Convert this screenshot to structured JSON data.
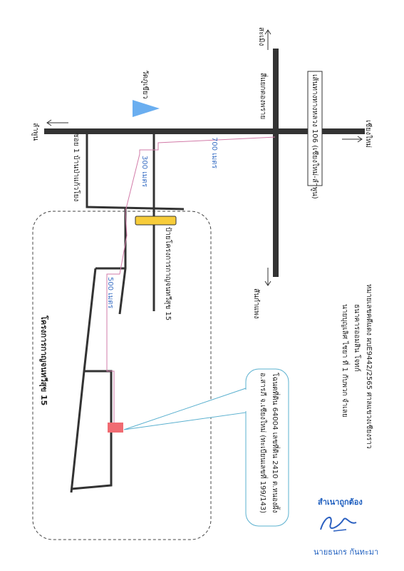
{
  "map": {
    "labels": {
      "north_dest": "สะเมิง",
      "south_dest": "สันกำแพง",
      "east_dest": "เชียงใหม่",
      "west_dest": "ลำพูน",
      "temple": "วัดภูเขียว",
      "junction": "สี่แยกตองพราย",
      "highway": "เส้นทางทางหลวง 106 (เชียงใหม่-ลำพูน)",
      "soi": "ซอย 1 บ้านป่าแก้วโยง",
      "project_sign": "ป้ายโครงการกาญจนทวีสุข 15",
      "project_name": "โครงการกาญจนทวีสุข 15",
      "dist_700": "700 เมตร",
      "dist_300": "300 เมตร",
      "dist_500": "500 เมตร"
    },
    "case_info": {
      "line1": "หมายเลขคดีแดง ผบE9442/2565 ศาลแขวงเชียงราว",
      "line2": "ธนาคารออมสิน   โจทก์",
      "line3": "นายบุญเลิศ ไชยา ที่ 1 กับพวก   จำเลย"
    },
    "callout": {
      "line1": "โฉนดที่ดิน 64004 เลขที่ดิน 2410 ต.หนองผึ้ง",
      "line2": "อ.สารภี จ.เชียงใหม่ (ทะเบียนเลขที่ 199/143)"
    },
    "colors": {
      "road": "#333333",
      "route": "#d27ba8",
      "temple": "#6aaef0",
      "sign": "#f7cc3a",
      "plot": "#f06b72",
      "callout_line": "#5ab0cf"
    }
  },
  "certification": {
    "title": "สำเนาถูกต้อง",
    "signer": "นายธนกร กันทะมา"
  }
}
